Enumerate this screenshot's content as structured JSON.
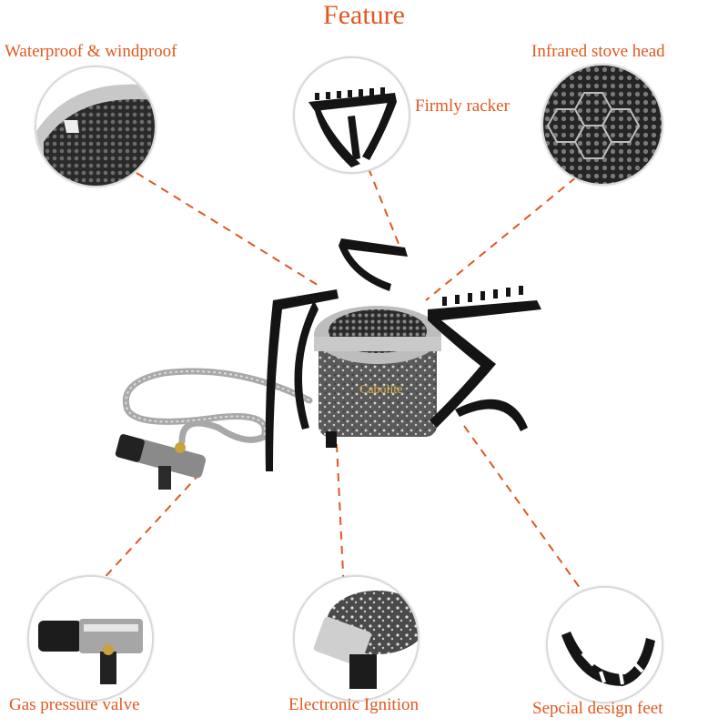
{
  "title": "Feature",
  "features": {
    "waterproof": "Waterproof & windproof",
    "racker": "Firmly racker",
    "infrared": "Infrared stove head",
    "valve": "Gas pressure valve",
    "ignition": "Electronic Ignition",
    "feet": "Sepcial design feet"
  },
  "brand": "Cabolite",
  "colors": {
    "accent": "#e2571f",
    "metal": "#1a1a1a"
  }
}
